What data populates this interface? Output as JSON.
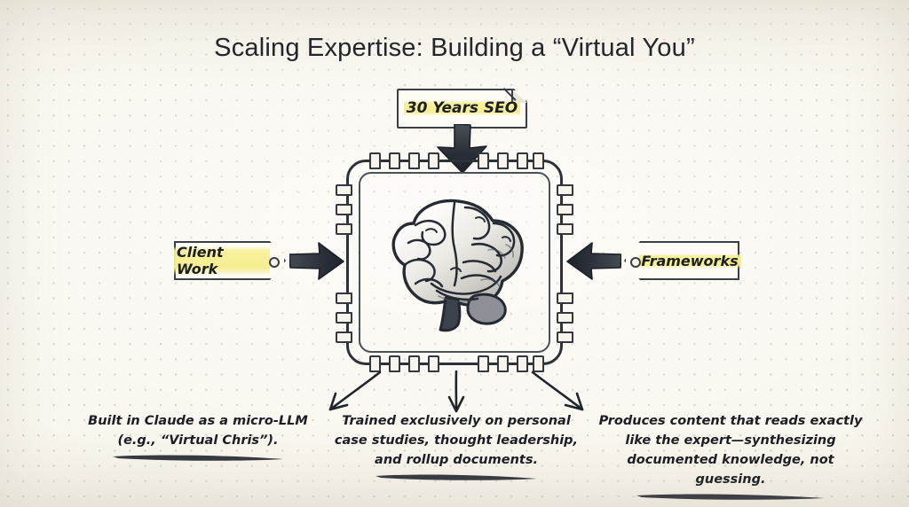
{
  "page": {
    "title": "Scaling Expertise: Building a “Virtual You”",
    "background_color": "#f9f6ee",
    "ink_color": "#1b1f24",
    "highlight_color": "#f7f09a"
  },
  "inputs": {
    "top_note": {
      "label": "30 Years SEO",
      "shape": "sticky-note"
    },
    "left_tag": {
      "label": "Client Work",
      "shape": "tag-pointing-right"
    },
    "right_tag": {
      "label": "Frameworks",
      "shape": "tag-pointing-left"
    }
  },
  "core": {
    "label": "chip-with-brain",
    "icon": "brain-chip-icon"
  },
  "outputs": [
    {
      "lines": [
        "Built in Claude as a micro-LLM",
        "(e.g., “Virtual Chris”)."
      ]
    },
    {
      "lines": [
        "Trained exclusively on personal",
        "case studies, thought leadership,",
        "and rollup documents."
      ]
    },
    {
      "lines": [
        "Produces content that reads exactly",
        "like the expert—synthesizing",
        "documented knowledge, not guessing."
      ]
    }
  ]
}
